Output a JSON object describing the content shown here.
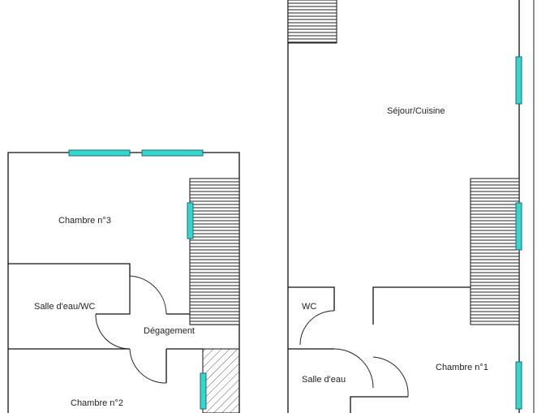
{
  "rooms": {
    "sejour_cuisine": "Séjour/Cuisine",
    "chambre_3": "Chambre n°3",
    "salle_eau_wc": "Salle d'eau/WC",
    "degagement": "Dégagement",
    "chambre_2": "Chambre n°2",
    "wc": "WC",
    "salle_eau": "Salle d'eau",
    "chambre_1": "Chambre n°1"
  },
  "colors": {
    "window": "#36d6d0",
    "wall": "#111111"
  }
}
